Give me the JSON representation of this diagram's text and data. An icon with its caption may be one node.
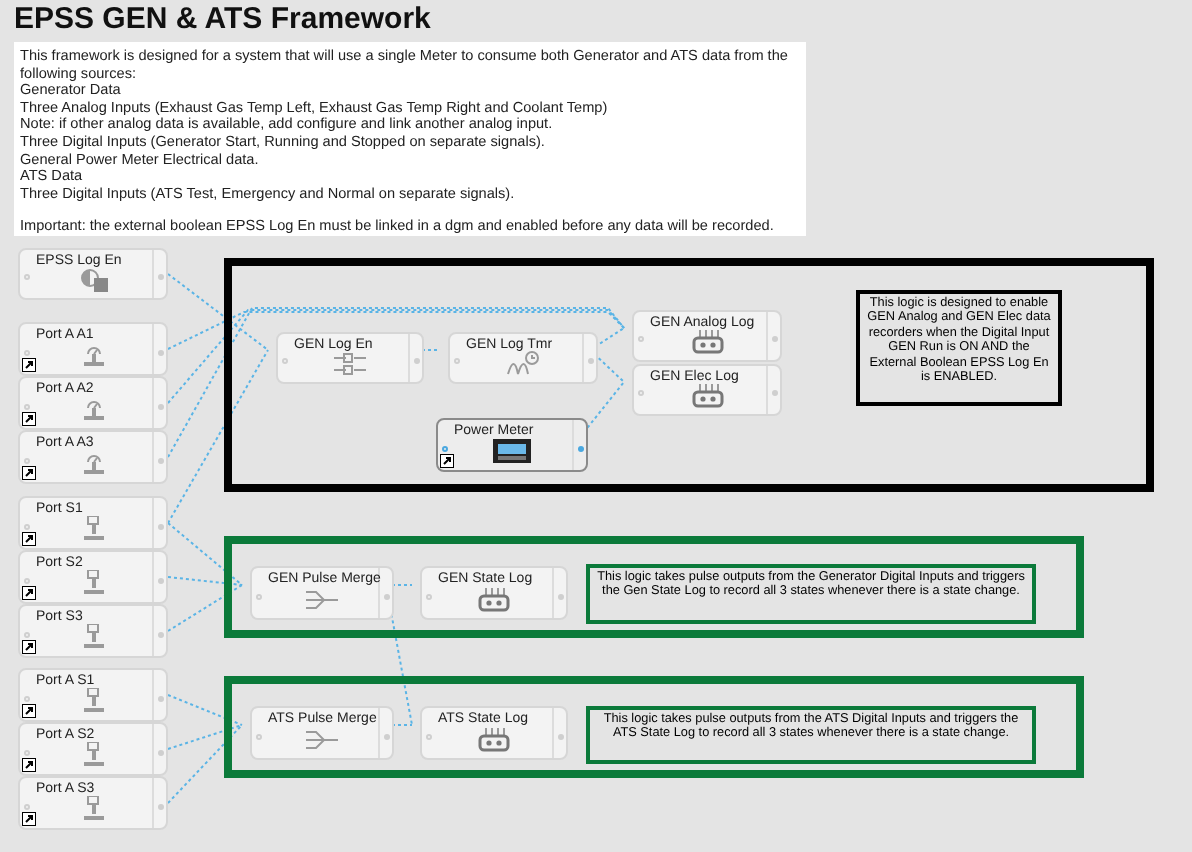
{
  "diagram": {
    "title": "EPSS GEN & ATS Framework",
    "nodes": [
      {
        "text": [
          "This framework is designed for a system that will use a single Meter to consume both Generator and ATS data from the following sources:",
          "Generator Data",
          "Three Analog Inputs (Exhaust Gas Temp Left, Exhaust Gas Temp Right and Coolant Temp)",
          "Note: if other analog data is available, add configure and link another analog input.",
          "Three Digital Inputs (Generator Start, Running and Stopped on separate signals).",
          "General Power Meter Electrical data.",
          "ATS Data",
          "Three Digital Inputs (ATS Test, Emergency and Normal on separate signals).",
          "Important: the external boolean EPSS Log En must be linked in a dgm and enabled before any data will be recorded."
        ]
      },
      {
        "text": [
          "EPSS Log En"
        ]
      },
      {
        "text": [
          "Port A A1"
        ]
      },
      {
        "text": [
          "Port A A2"
        ]
      },
      {
        "text": [
          "Port A A3"
        ]
      },
      {
        "text": [
          "Port S1"
        ]
      },
      {
        "text": [
          "Port S2"
        ]
      },
      {
        "text": [
          "Port S3"
        ]
      },
      {
        "text": [
          "Port A S1"
        ]
      },
      {
        "text": [
          "Port A S2"
        ]
      },
      {
        "text": [
          "Port A S3"
        ]
      },
      {
        "text": [],
        "shape": "box"
      },
      {
        "text": [
          "GEN Log En"
        ],
        "in": 11
      },
      {
        "text": [
          "GEN Log Tmr"
        ],
        "in": 11
      },
      {
        "text": [
          "GEN Analog Log"
        ],
        "in": 11
      },
      {
        "text": [
          "GEN Elec Log"
        ],
        "in": 11
      },
      {
        "text": [
          "Power Meter"
        ],
        "in": 11
      },
      {
        "text": [
          "This logic is designed to enable GEN Analog and GEN Elec data recorders when the Digital Input GEN Run is ON AND the External Boolean EPSS Log En is ENABLED."
        ],
        "in": 11
      },
      {
        "text": [],
        "shape": "box"
      },
      {
        "text": [
          "GEN Pulse Merge"
        ],
        "in": 18
      },
      {
        "text": [
          "GEN State Log"
        ],
        "in": 18
      },
      {
        "text": [
          "This logic takes pulse outputs from the Generator Digital Inputs and triggers the Gen State Log to record all 3 states whenever there is a state change."
        ],
        "in": 18
      },
      {
        "text": [],
        "shape": "box"
      },
      {
        "text": [
          "ATS Pulse Merge"
        ],
        "in": 22
      },
      {
        "text": [
          "ATS State Log"
        ],
        "in": 22
      },
      {
        "text": [
          "This logic takes pulse outputs from the ATS Digital Inputs and triggers the ATS State Log to record all 3 states whenever there is a state change."
        ],
        "in": 22
      }
    ],
    "edges": [
      {
        "from": 1,
        "to": 12,
        "arrow": "none",
        "style": "dashed"
      },
      {
        "from": 2,
        "to": 14,
        "arrow": "none",
        "style": "dashed"
      },
      {
        "from": 3,
        "to": 14,
        "arrow": "none",
        "style": "dashed"
      },
      {
        "from": 4,
        "to": 14,
        "arrow": "none",
        "style": "dashed"
      },
      {
        "from": 5,
        "to": 12,
        "arrow": "none",
        "style": "dashed"
      },
      {
        "from": 5,
        "to": 19,
        "arrow": "none",
        "style": "dashed"
      },
      {
        "from": 6,
        "to": 19,
        "arrow": "none",
        "style": "dashed"
      },
      {
        "from": 7,
        "to": 19,
        "arrow": "none",
        "style": "dashed"
      },
      {
        "from": 8,
        "to": 23,
        "arrow": "none",
        "style": "dashed"
      },
      {
        "from": 9,
        "to": 23,
        "arrow": "none",
        "style": "dashed"
      },
      {
        "from": 10,
        "to": 23,
        "arrow": "none",
        "style": "dashed"
      },
      {
        "from": 12,
        "to": 13,
        "arrow": "none",
        "style": "dashed"
      },
      {
        "from": 13,
        "to": 14,
        "arrow": "none",
        "style": "dashed"
      },
      {
        "from": 13,
        "to": 15,
        "arrow": "none",
        "style": "dashed"
      },
      {
        "from": 16,
        "to": 15,
        "arrow": "none",
        "style": "dashed"
      },
      {
        "from": 19,
        "to": 20,
        "arrow": "none",
        "style": "dashed"
      },
      {
        "from": 23,
        "to": 24,
        "arrow": "none",
        "style": "dashed"
      },
      {
        "from": 19,
        "to": 24,
        "arrow": "none",
        "style": "dashed"
      }
    ]
  }
}
